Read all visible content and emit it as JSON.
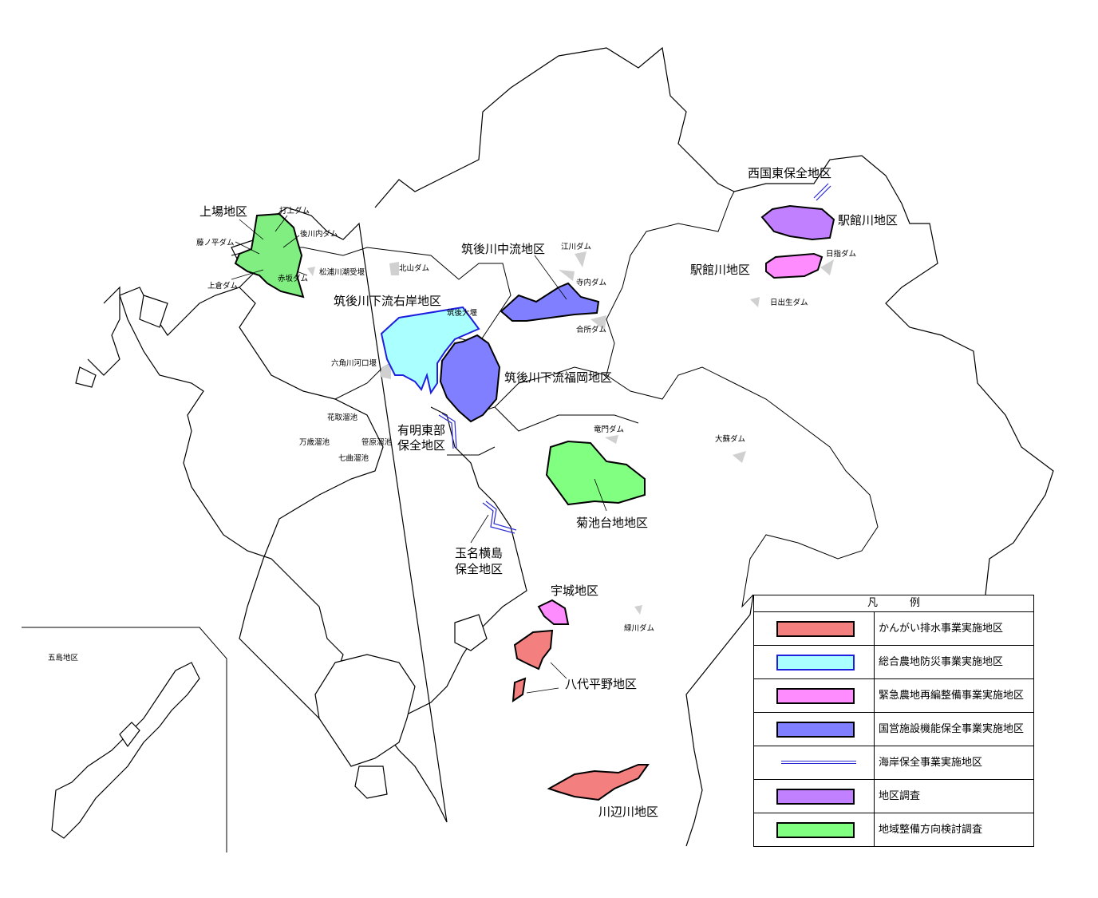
{
  "map": {
    "inset_label": "五島地区",
    "districts": {
      "kamiba": "上場地区",
      "chikugo_chuuryuu": "筑後川中流地区",
      "chikugo_karyuu_ugan": "筑後川下流右岸地区",
      "chikugo_karyuu_fukuoka": "筑後川下流福岡地区",
      "ariake_toubu_1": "有明東部",
      "ariake_toubu_2": "保全地区",
      "tamana_1": "玉名横島",
      "tamana_2": "保全地区",
      "kikuchi": "菊池台地地区",
      "uki": "宇城地区",
      "yatsushiro": "八代平野地区",
      "kawabegawa": "川辺川地区",
      "nishikunisaki": "西国東保全地区",
      "ekidategawa_1": "駅館川地区",
      "ekidategawa_2": "駅館川地区"
    },
    "dams": {
      "uchiage": "打上ダム",
      "ushirokawachi": "後川内ダム",
      "fujinohira": "藤ノ平ダム",
      "akasaka": "赤坂ダム",
      "kamikura": "上倉ダム",
      "matsuura": "松浦川潮受堰",
      "kitayama": "北山ダム",
      "egawa": "江川ダム",
      "terauchi": "寺内ダム",
      "chikugo_ozeki": "筑後大堰",
      "goudokoro": "合所ダム",
      "rokkakugawa": "六角川河口堰",
      "hanatori": "花取溜池",
      "manzai": "万歳溜池",
      "sasabaru": "笹原溜池",
      "nanamagari": "七曲溜池",
      "ryuumon": "竜門ダム",
      "ooaso": "大蘇ダム",
      "hisashi": "日指ダム",
      "hijuu": "日出生ダム",
      "midorikawa": "緑川ダム"
    }
  },
  "legend": {
    "title": "凡例",
    "items": [
      {
        "label": "かんがい排水事業実施地区",
        "color": "#f47f7f"
      },
      {
        "label": "総合農地防災事業実施地区",
        "color": "#aaffff"
      },
      {
        "label": "緊急農地再編整備事業実施地区",
        "color": "#ff8cff"
      },
      {
        "label": "国営施設機能保全事業実施地区",
        "color": "#7f7fff"
      },
      {
        "label": "海岸保全事業実施地区",
        "color": "#2a2ad0"
      },
      {
        "label": "地区調査",
        "color": "#c080ff"
      },
      {
        "label": "地域整備方向検討調査",
        "color": "#80ff80"
      }
    ]
  }
}
